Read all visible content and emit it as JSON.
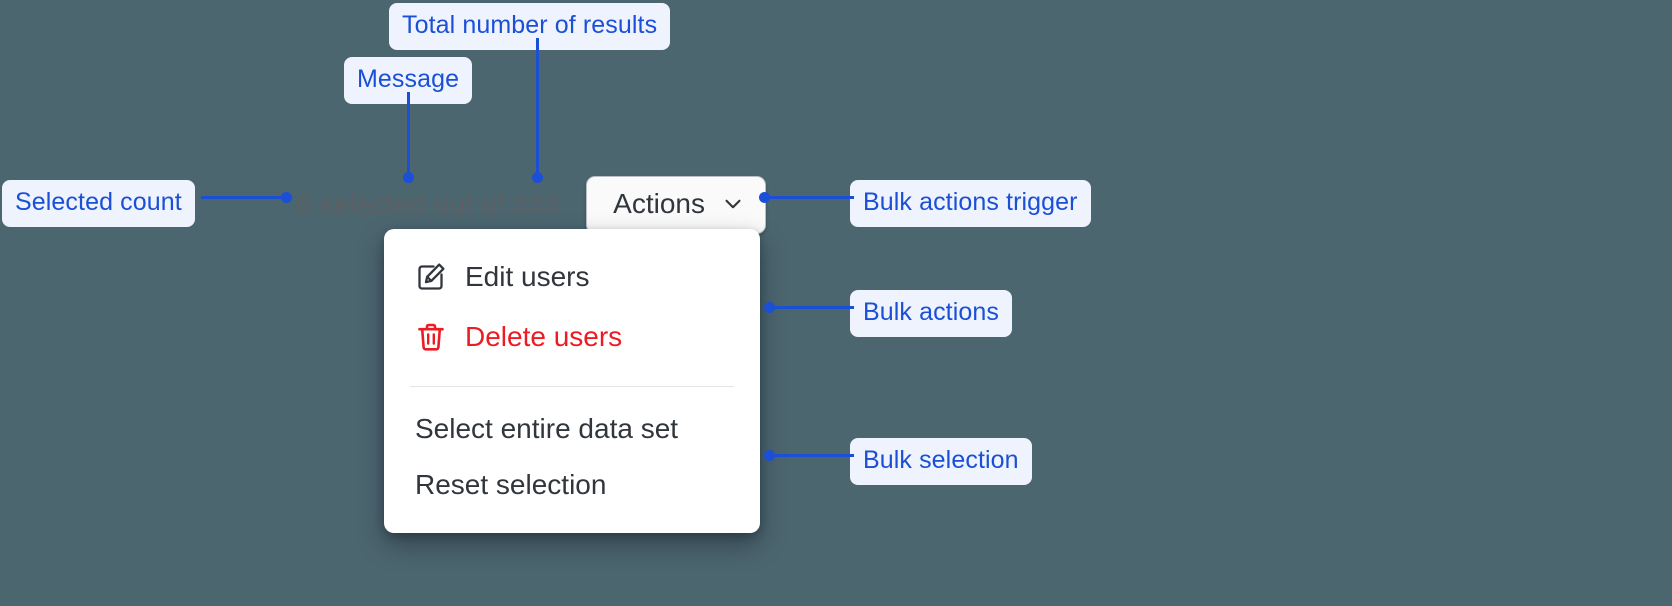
{
  "theme": {
    "background": "#4c6670",
    "callout_bg": "#eef3fe",
    "callout_text": "#1a4fd6",
    "leader": "#1a4fd6",
    "menu_bg": "#ffffff",
    "menu_text": "#31363c",
    "danger_text": "#ed1b23",
    "muted_text": "#5d5f63",
    "button_bg": "#fafafa",
    "button_border": "#b9bfc4",
    "divider": "#e4e5e7"
  },
  "callouts": {
    "total_results": "Total number of results",
    "message": "Message",
    "selected_count": "Selected count",
    "bulk_actions_trigger": "Bulk actions trigger",
    "bulk_actions": "Bulk actions",
    "bulk_selection": "Bulk selection"
  },
  "bulk_bar": {
    "selected_text": "6 selected out of ###",
    "selected_count_value": "6",
    "total_results_placeholder": "###",
    "actions_button": {
      "label": "Actions",
      "icon": "chevron-down-icon",
      "expanded": true
    }
  },
  "menu": {
    "groups": [
      {
        "name": "bulk-actions",
        "items": [
          {
            "label": "Edit users",
            "icon": "edit-pencil-icon",
            "tone": "default"
          },
          {
            "label": "Delete users",
            "icon": "trash-icon",
            "tone": "danger"
          }
        ]
      },
      {
        "name": "bulk-selection",
        "items": [
          {
            "label": "Select entire data set",
            "icon": null,
            "tone": "default"
          },
          {
            "label": "Reset selection",
            "icon": null,
            "tone": "default"
          }
        ]
      }
    ]
  }
}
